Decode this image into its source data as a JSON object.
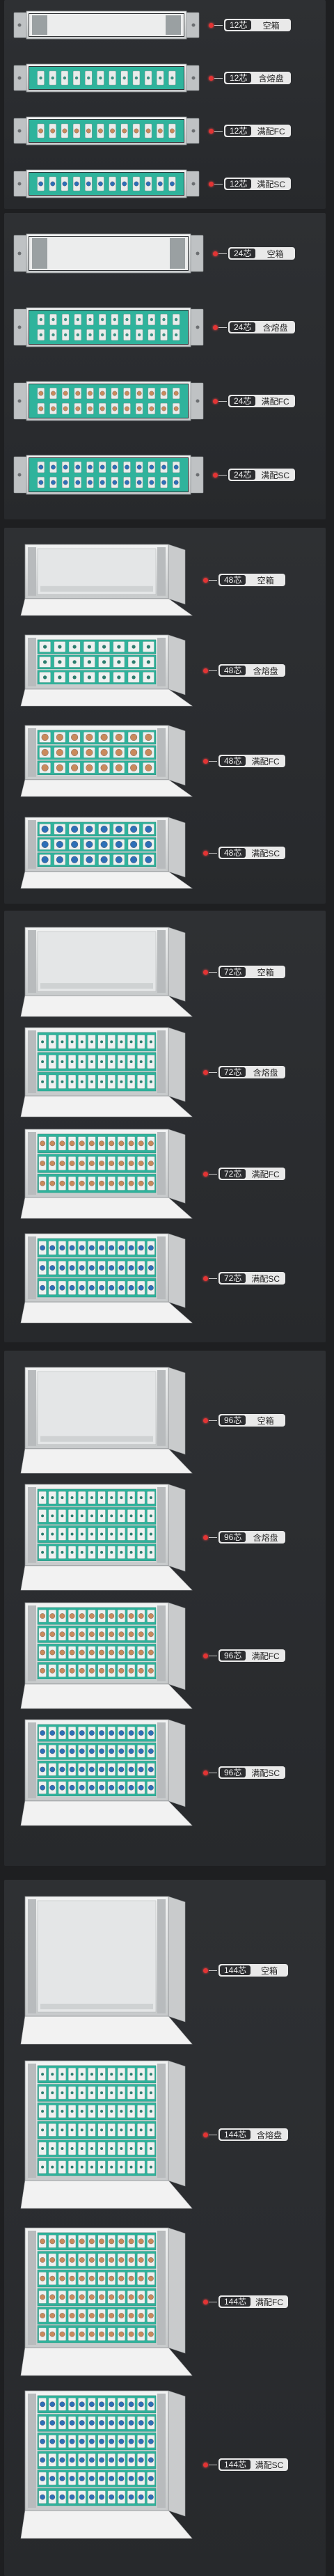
{
  "colors": {
    "background": "#1e1f21",
    "panel_bg": "#2b2d30",
    "accent_dot": "#e23434",
    "adapter_green": "#2fb39c",
    "adapter_blue": "#2e6fb7",
    "adapter_orange": "#c98a5c",
    "chassis_light": "#dcdcdc"
  },
  "groups": [
    {
      "cores": "12芯",
      "items": [
        {
          "variant": "empty",
          "label": "空箱"
        },
        {
          "variant": "tray",
          "label": "含熔盘"
        },
        {
          "variant": "fc",
          "label": "满配FC"
        },
        {
          "variant": "sc",
          "label": "满配SC"
        }
      ]
    },
    {
      "cores": "24芯",
      "items": [
        {
          "variant": "empty",
          "label": "空箱"
        },
        {
          "variant": "tray",
          "label": "含熔盘"
        },
        {
          "variant": "fc",
          "label": "满配FC"
        },
        {
          "variant": "sc",
          "label": "满配SC"
        }
      ]
    },
    {
      "cores": "48芯",
      "items": [
        {
          "variant": "empty",
          "label": "空箱"
        },
        {
          "variant": "tray",
          "label": "含熔盘"
        },
        {
          "variant": "fc",
          "label": "满配FC"
        },
        {
          "variant": "sc",
          "label": "满配SC"
        }
      ]
    },
    {
      "cores": "72芯",
      "items": [
        {
          "variant": "empty",
          "label": "空箱"
        },
        {
          "variant": "tray",
          "label": "含熔盘"
        },
        {
          "variant": "fc",
          "label": "满配FC"
        },
        {
          "variant": "sc",
          "label": "满配SC"
        }
      ]
    },
    {
      "cores": "96芯",
      "items": [
        {
          "variant": "empty",
          "label": "空箱"
        },
        {
          "variant": "tray",
          "label": "含熔盘"
        },
        {
          "variant": "fc",
          "label": "满配FC"
        },
        {
          "variant": "sc",
          "label": "满配SC"
        }
      ]
    },
    {
      "cores": "144芯",
      "items": [
        {
          "variant": "empty",
          "label": "空箱"
        },
        {
          "variant": "tray",
          "label": "含熔盘"
        },
        {
          "variant": "fc",
          "label": "满配FC"
        },
        {
          "variant": "sc",
          "label": "满配SC"
        }
      ]
    }
  ]
}
